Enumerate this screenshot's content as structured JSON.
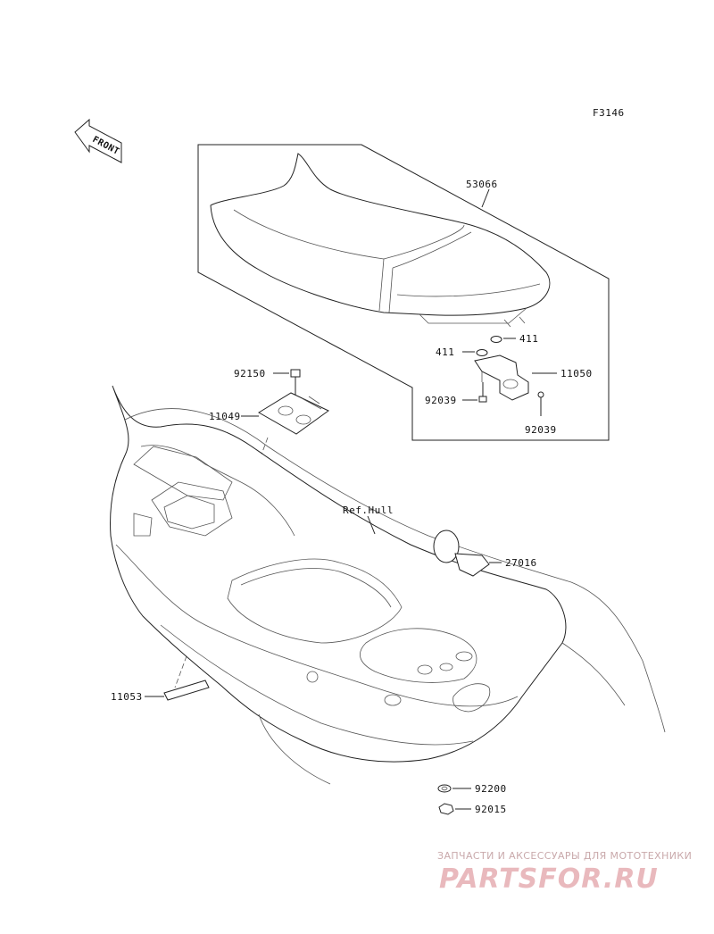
{
  "figure_code": "F3146",
  "front_label": "FRONT",
  "reference": "Ref.Hull",
  "parts": [
    {
      "id": "p53066",
      "number": "53066"
    },
    {
      "id": "p411a",
      "number": "411"
    },
    {
      "id": "p411b",
      "number": "411"
    },
    {
      "id": "p11050",
      "number": "11050"
    },
    {
      "id": "p92039a",
      "number": "92039"
    },
    {
      "id": "p92039b",
      "number": "92039"
    },
    {
      "id": "p92150",
      "number": "92150"
    },
    {
      "id": "p11049",
      "number": "11049"
    },
    {
      "id": "p27016",
      "number": "27016"
    },
    {
      "id": "p11053",
      "number": "11053"
    },
    {
      "id": "p92200",
      "number": "92200"
    },
    {
      "id": "p92015",
      "number": "92015"
    }
  ],
  "watermark": {
    "line1": "ЗАПЧАСТИ И АКСЕССУАРЫ ДЛЯ МОТОТЕХНИКИ",
    "line2": "PARTSFOR.RU"
  }
}
